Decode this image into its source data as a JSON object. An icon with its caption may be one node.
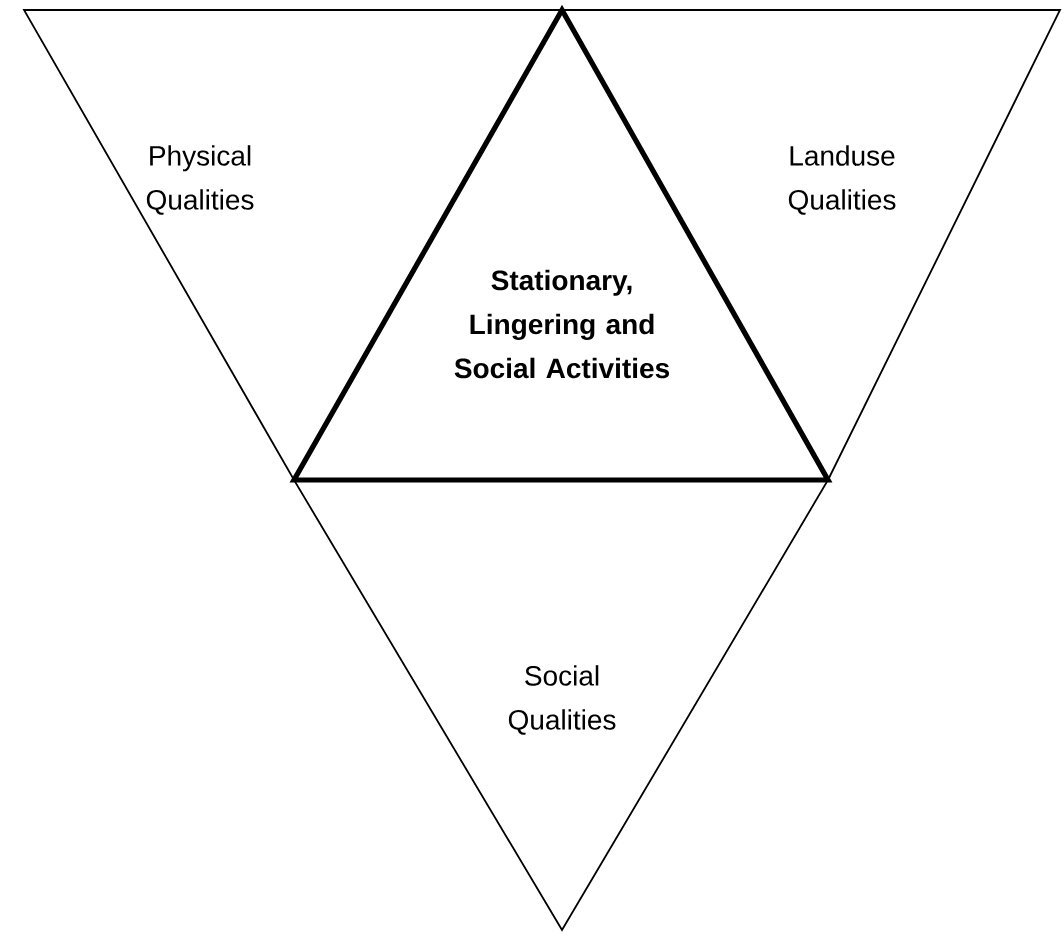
{
  "diagram": {
    "nodes": [
      {
        "text": [
          "Physical Qualities"
        ]
      },
      {
        "text": [
          "Landuse Qualities"
        ]
      },
      {
        "text": [
          "Stationary, Lingering and Social Activities"
        ]
      },
      {
        "text": [
          "Social Qualities"
        ]
      }
    ]
  }
}
